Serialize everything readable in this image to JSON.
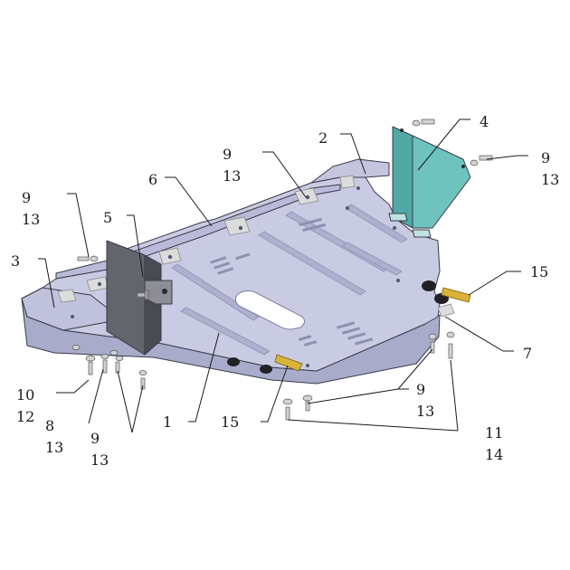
{
  "colors": {
    "plate": "#c9cbe3",
    "plate_dark": "#a9abcb",
    "plate_edge": "#b4b6d4",
    "guard_gray": "#63656c",
    "guard_gray_dark": "#4a4b52",
    "guard_teal": "#6fc3be",
    "guard_teal_dark": "#4fa9a4",
    "clip_yellow": "#d9b23a",
    "rubber": "#222226",
    "bracket": "#dcdcdc",
    "line": "#1a1a1a"
  },
  "labels": {
    "l1": "1",
    "l2": "2",
    "l3": "3",
    "l4": "4",
    "l5": "5",
    "l6": "6",
    "l7": "7",
    "l8a": "8",
    "l8b": "13",
    "l9tl_a": "9",
    "l9tl_b": "13",
    "l9top_a": "9",
    "l9top_b": "13",
    "l9tr_a": "9",
    "l9tr_b": "13",
    "l9bl_a": "9",
    "l9bl_b": "13",
    "l9br_a": "9",
    "l9br_b": "13",
    "l10a": "10",
    "l10b": "12",
    "l11a": "11",
    "l11b": "14",
    "l15r": "15",
    "l15b": "15"
  }
}
